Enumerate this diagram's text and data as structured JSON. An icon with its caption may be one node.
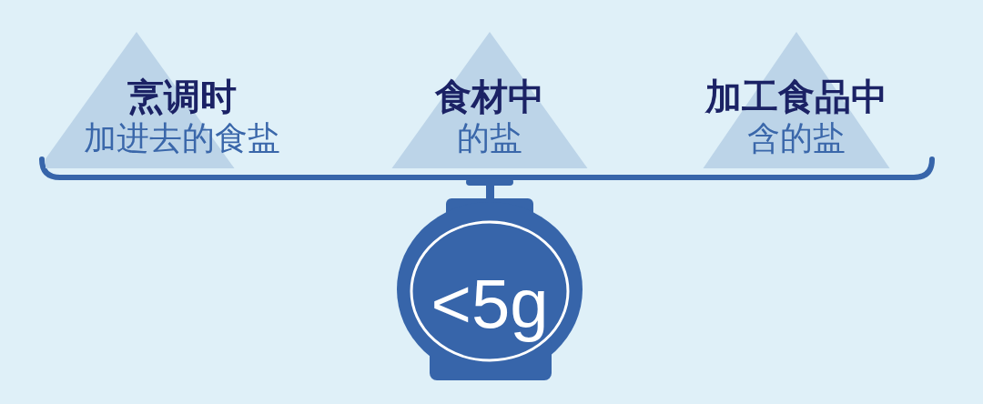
{
  "diagram": {
    "nodes": [
      {
        "text": [
          "烹调时",
          "加进去的食盐"
        ]
      },
      {
        "text": [
          "食材中",
          "的盐"
        ]
      },
      {
        "text": [
          "加工食品中",
          "含的盐"
        ]
      },
      {
        "text": [
          "<5g"
        ]
      }
    ]
  }
}
